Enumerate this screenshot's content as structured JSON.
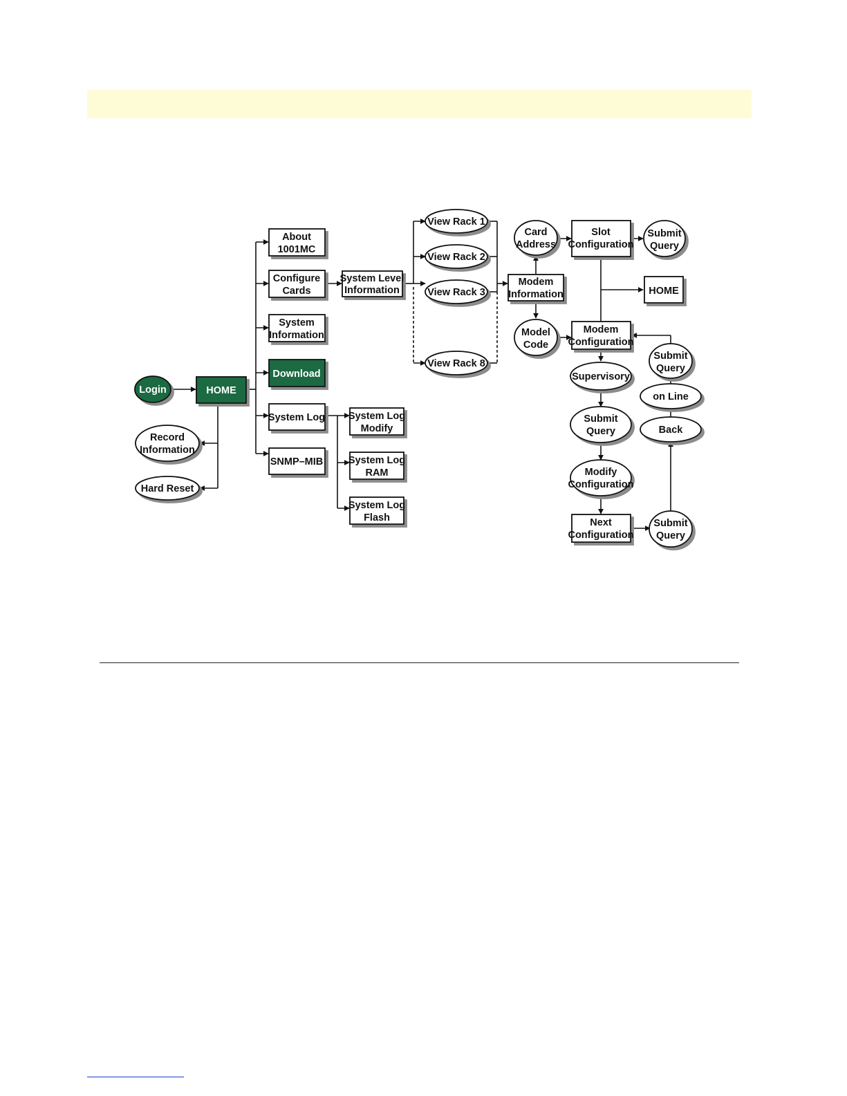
{
  "colors": {
    "banner": "#fefbd7",
    "highlight": "#1a6b42",
    "line": "#111111",
    "footnote_rule": "#1a39d6"
  },
  "nodes": {
    "login": "Login",
    "home": "HOME",
    "record": [
      "Record",
      "Information"
    ],
    "hard_reset": "Hard Reset",
    "about": [
      "About",
      "1001MC"
    ],
    "configure_cards": [
      "Configure",
      "Cards"
    ],
    "system_information": [
      "System",
      "Information"
    ],
    "download": "Download",
    "system_log": "System Log",
    "snmp_mib": "SNMP–MIB",
    "syslog_modify": [
      "System Log",
      "Modify"
    ],
    "syslog_ram": [
      "System Log",
      "RAM"
    ],
    "syslog_flash": [
      "System Log",
      "Flash"
    ],
    "system_level": [
      "System Level",
      "Information"
    ],
    "view_rack_1": "View Rack 1",
    "view_rack_2": "View Rack 2",
    "view_rack_3": "View Rack 3",
    "view_rack_8": "View Rack 8",
    "modem_information": [
      "Modem",
      "Information"
    ],
    "card_address": [
      "Card",
      "Address"
    ],
    "model_code": [
      "Model",
      "Code"
    ],
    "slot_configuration": [
      "Slot",
      "Configuration"
    ],
    "submit_query_slot": [
      "Submit",
      "Query"
    ],
    "home_right": "HOME",
    "modem_configuration": [
      "Modem",
      "Configuration"
    ],
    "supervisory": "Supervisory",
    "submit_query_sup": [
      "Submit",
      "Query"
    ],
    "modify_configuration": [
      "Modify",
      "Configuration"
    ],
    "next_configuration": [
      "Next",
      "Configuration"
    ],
    "submit_query_next": [
      "Submit",
      "Query"
    ],
    "back": "Back",
    "on_line": "on Line",
    "submit_query_online": [
      "Submit",
      "Query"
    ]
  }
}
